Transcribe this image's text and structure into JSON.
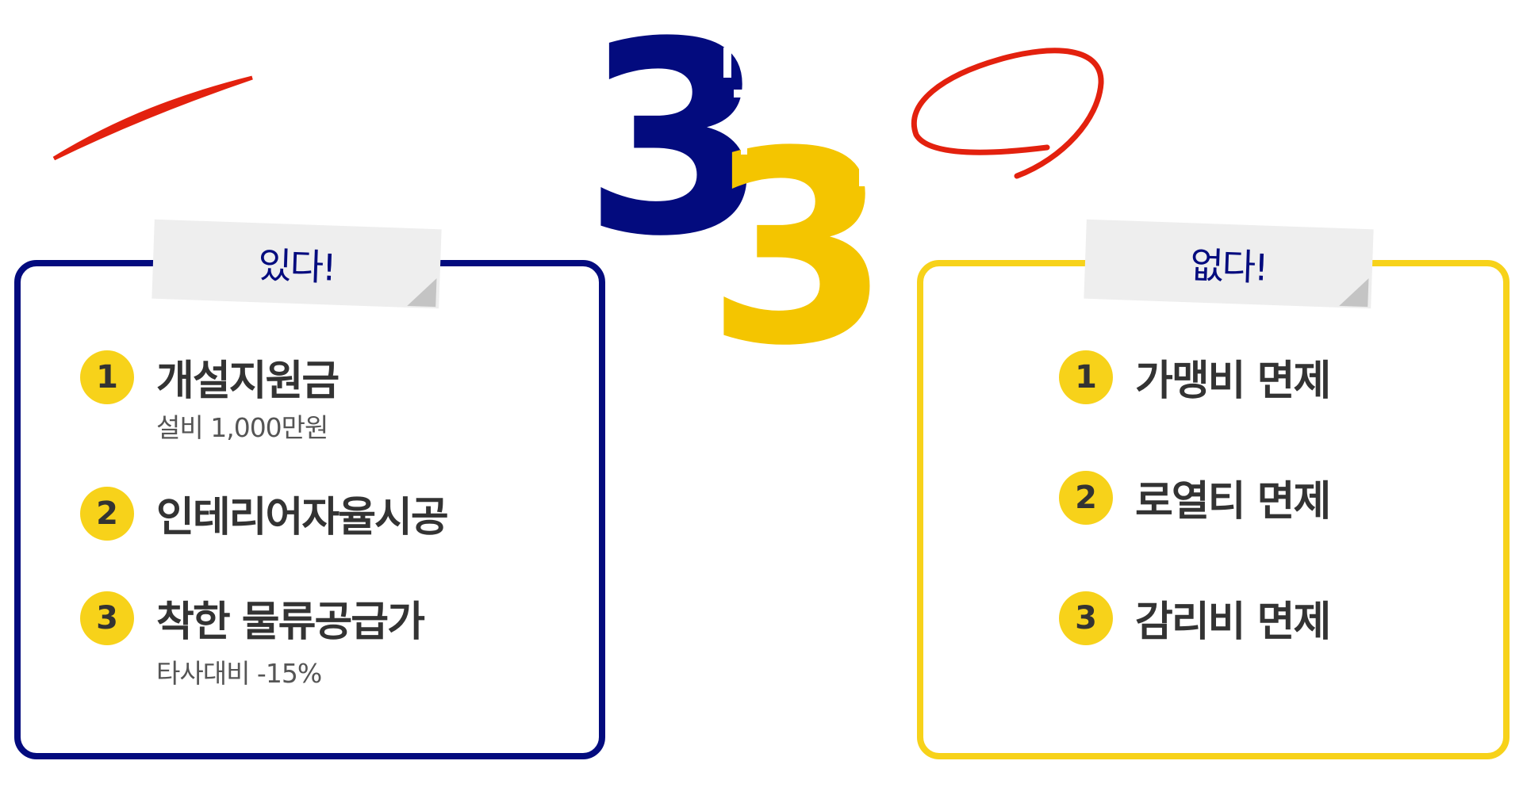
{
  "hero": {
    "number_navy": "3",
    "number_yellow": "3",
    "colors": {
      "navy": "#030b7e",
      "yellow": "#f4c500",
      "red": "#e3210e"
    }
  },
  "left_panel": {
    "tab_label": "있다!",
    "border_color": "#030b7e",
    "items": [
      {
        "num": "1",
        "title": "개설지원금",
        "subtitle": "설비 1,000만원"
      },
      {
        "num": "2",
        "title": "인테리어자율시공"
      },
      {
        "num": "3",
        "title": "착한 물류공급가",
        "subtitle": "타사대비 -15%"
      }
    ]
  },
  "right_panel": {
    "tab_label": "없다!",
    "border_color": "#f7d21a",
    "items": [
      {
        "num": "1",
        "title": "가맹비 면제"
      },
      {
        "num": "2",
        "title": "로열티 면제"
      },
      {
        "num": "3",
        "title": "감리비 면제"
      }
    ]
  }
}
